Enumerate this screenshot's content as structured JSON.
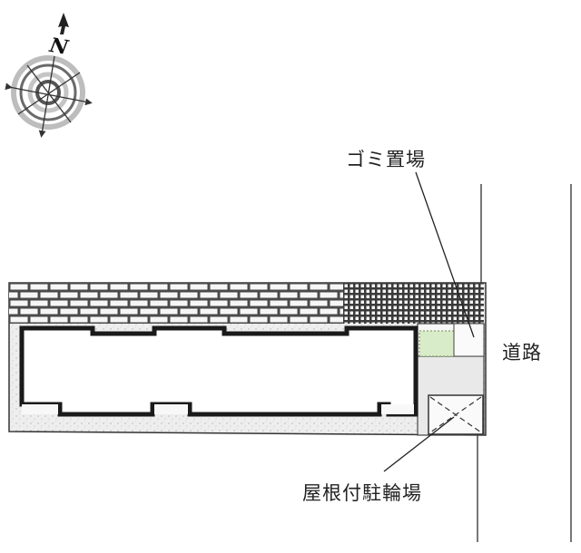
{
  "compass": {
    "north_label": "N",
    "icon": "compass-rose-icon"
  },
  "labels": {
    "garbage_area": "ゴミ置場",
    "road": "道路",
    "bicycle_parking": "屋根付駐輪場"
  },
  "colors": {
    "wall": "#1a1a1a",
    "brick_fill": "#f4f4f4",
    "brick_mortar": "#4a4a4a",
    "lot_fill": "#ececec",
    "planter_fill": "#d9ecc9",
    "planter_border": "#6a8a4a",
    "road_line": "#777777"
  }
}
